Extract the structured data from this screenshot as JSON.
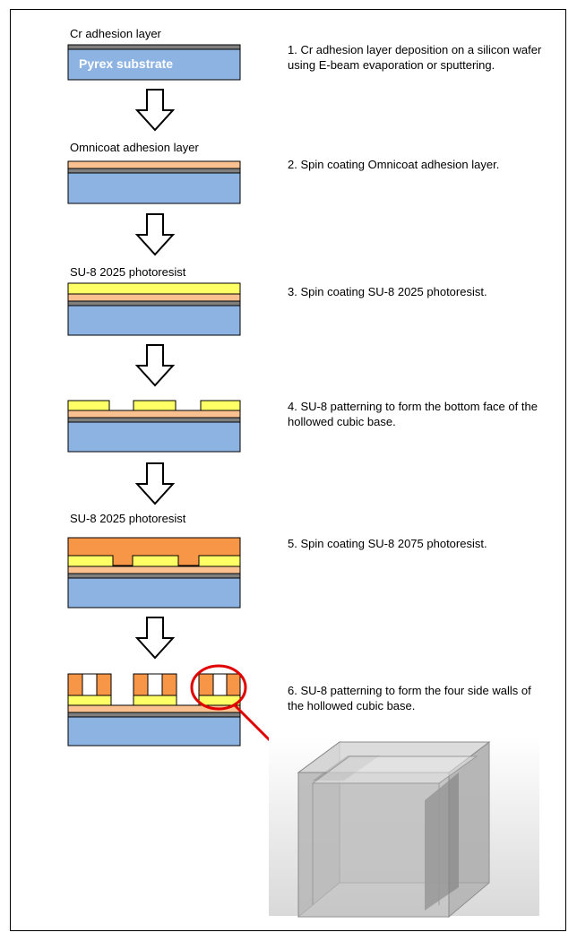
{
  "labels": {
    "cr_layer": "Cr adhesion layer",
    "substrate": "Pyrex substrate",
    "omnicoat_layer": "Omnicoat adhesion layer",
    "su8_label_1": "SU-8 2025 photoresist",
    "su8_label_2": "SU-8 2025 photoresist"
  },
  "steps": [
    {
      "text": "1. Cr adhesion layer deposition on a silicon wafer using E-beam evaporation or sputtering."
    },
    {
      "text": "2. Spin coating Omnicoat adhesion layer."
    },
    {
      "text": "3. Spin coating SU-8 2025 photoresist."
    },
    {
      "text": "4. SU-8 patterning to form the bottom face of the hollowed cubic base."
    },
    {
      "text": "5. Spin coating SU-8 2075 photoresist."
    },
    {
      "text": "6. SU-8 patterning to form the four side walls of the hollowed cubic base."
    }
  ],
  "colors": {
    "pyrex": "#8db3e2",
    "chromium": "#7f7f7f",
    "omnicoat": "#fac090",
    "su8_2025": "#ffff66",
    "su8_2075": "#f79646",
    "highlight": "#e00000",
    "cube": "#a6a6a6"
  }
}
